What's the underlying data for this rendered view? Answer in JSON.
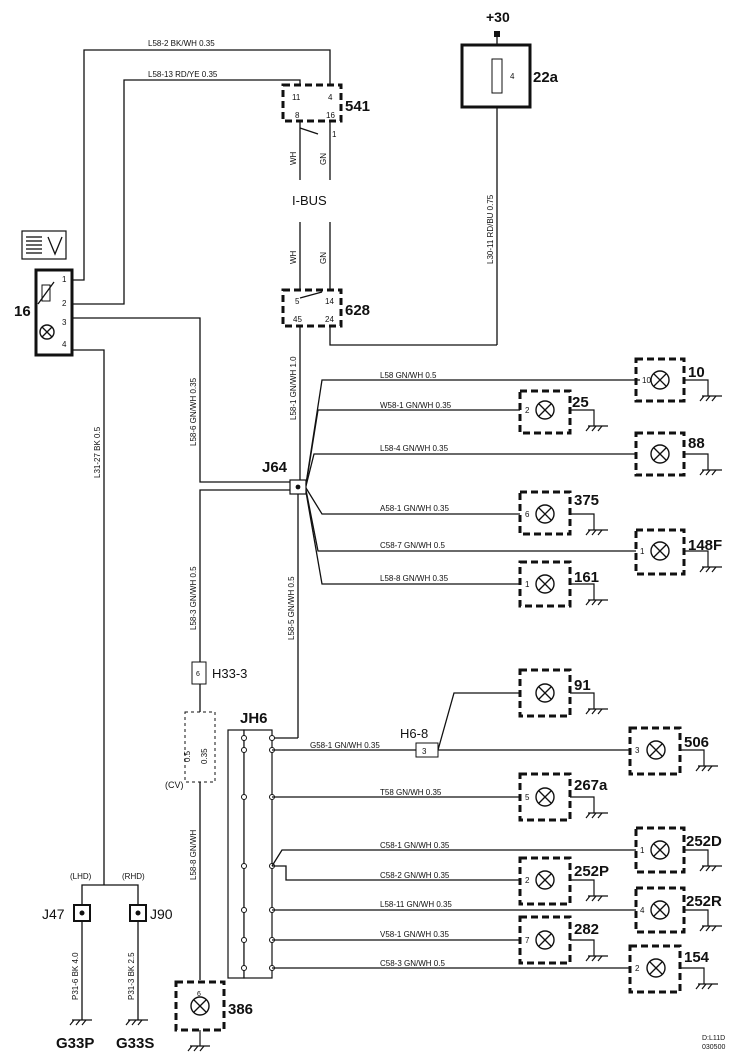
{
  "power": {
    "label": "+30"
  },
  "fuse": {
    "id": "22a",
    "pin": "4"
  },
  "modules": {
    "m541": {
      "id": "541",
      "pins": {
        "a": "11",
        "b": "4",
        "c": "8",
        "d": "16",
        "e": "1"
      }
    },
    "m628": {
      "id": "628",
      "pins": {
        "a": "5",
        "b": "14",
        "c": "45",
        "d": "24"
      }
    },
    "ibus": {
      "label": "I-BUS",
      "wh": "WH",
      "gn": "GN"
    }
  },
  "dimmer": {
    "id": "16",
    "pins": [
      "1",
      "2",
      "3",
      "4"
    ]
  },
  "top_wires": {
    "w1": "L58-2  BK/WH 0.35",
    "w2": "L58-13  RD/YE  0.35",
    "fuse_wire": "L30-11  RD/BU  0.75",
    "gnd_wire": "L31-27  BK  0.5",
    "l58_6": "L58-6  GN/WH 0.35",
    "l58_1": "L58-1  GN/WH 1.0",
    "l58_5": "L58-5  GN/WH 0.5",
    "l58_3": "L58-3  GN/WH 0.5",
    "l58_8": "L58-8  GN/WH"
  },
  "splices": {
    "j64": "J64",
    "jh6": "JH6"
  },
  "connectors": {
    "h33": "H33-3",
    "h33_pin": "6",
    "h68": "H6-8",
    "h68_pin": "3"
  },
  "cv": {
    "label": "(CV)",
    "a": "0.5",
    "b": "0.35"
  },
  "j64_outputs": [
    {
      "wire": "L58   GN/WH 0.5",
      "pin": "10",
      "id": "10"
    },
    {
      "wire": "W58-1  GN/WH 0.35",
      "pin": "2",
      "id": "25"
    },
    {
      "wire": "L58-4   GN/WH 0.35",
      "pin": "",
      "id": "88"
    },
    {
      "wire": "A58-1   GN/WH 0.35",
      "pin": "6",
      "id": "375"
    },
    {
      "wire": "C58-7   GN/WH 0.5",
      "pin": "1",
      "id": "148F"
    },
    {
      "wire": "L58-8   GN/WH 0.35",
      "pin": "1",
      "id": "161"
    }
  ],
  "jh6_outputs": [
    {
      "wire": "",
      "pin": "",
      "id": "91"
    },
    {
      "wire": "G58-1  GN/WH 0.35",
      "pin": "3",
      "id": "506"
    },
    {
      "wire": "T58   GN/WH 0.35",
      "pin": "5",
      "id": "267a"
    },
    {
      "wire": "C58-1   GN/WH 0.35",
      "pin": "1",
      "id": "252D"
    },
    {
      "wire": "C58-2   GN/WH 0.35",
      "pin": "2",
      "id": "252P"
    },
    {
      "wire": "L58-11  GN/WH 0.35",
      "pin": "4",
      "id": "252R"
    },
    {
      "wire": "V58-1   GN/WH 0.35",
      "pin": "7",
      "id": "282"
    },
    {
      "wire": "C58-3   GN/WH 0.5",
      "pin": "2",
      "id": "154"
    }
  ],
  "lamp386": {
    "id": "386",
    "pin": "6"
  },
  "grounds": {
    "lhd": "(LHD)",
    "rhd": "(RHD)",
    "j47": "J47",
    "j90": "J90",
    "w47": "P31-6  BK  4.0",
    "w90": "P31-3  BK  2.5",
    "g33p": "G33P",
    "g33s": "G33S"
  },
  "footer": {
    "line1": "D:L11D",
    "line2": "030500"
  }
}
